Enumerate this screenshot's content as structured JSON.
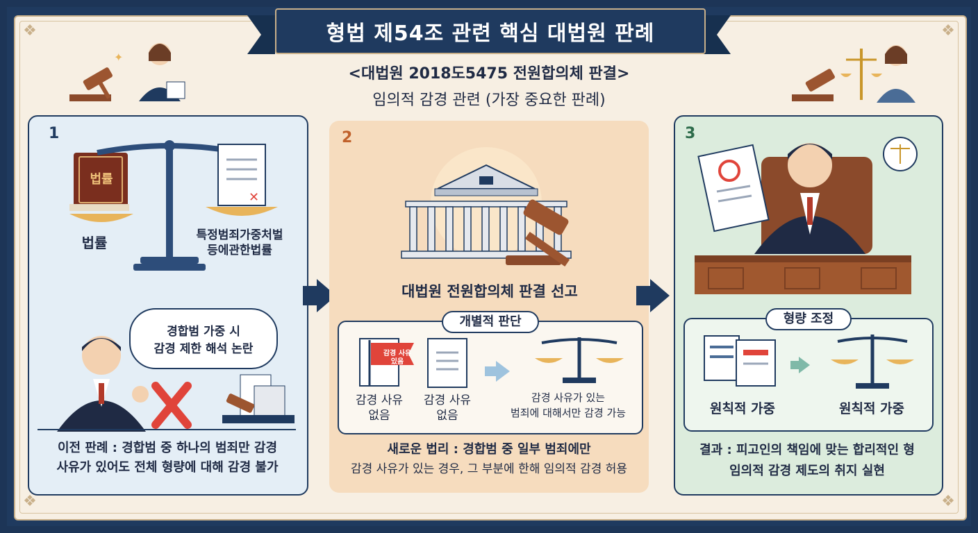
{
  "title": "형법 제54조 관련 핵심 대법원 판례",
  "subtitle": {
    "line1": "<대법원 2018도5475 전원합의체 판결>",
    "line2": "임의적 감경 관련 (가장 중요한 판례)"
  },
  "panel1": {
    "number": "1",
    "book_label": "법률",
    "left_label": "법률",
    "right_label_1": "특정범죄가중처벌",
    "right_label_2": "등에관한법률",
    "bubble_1": "경합범 가중 시",
    "bubble_2": "감경 제한 해석 논란",
    "bottom_1": "이전 판례 : 경합범 중 하나의 범죄만 감경",
    "bottom_2": "사유가 있어도 전체 형량에 대해 감경 불가"
  },
  "panel2": {
    "number": "2",
    "headline": "대법원 전원합의체 판결 선고",
    "pill": "개별적 판단",
    "flag_text_1": "감경 사유",
    "flag_text_2": "있음",
    "doc1_1": "감경 사유",
    "doc1_2": "없음",
    "doc2_1": "감경 사유",
    "doc2_2": "없음",
    "scale_1": "감경 사유가 있는",
    "scale_2": "범죄에 대해서만 감경 가능",
    "bottom_1": "새로운 법리 : 경합범 중 일부 범죄에만",
    "bottom_2": "감경 사유가 있는 경우, 그 부분에 한해 임의적 감경 허용"
  },
  "panel3": {
    "number": "3",
    "pill": "형량 조정",
    "left_label": "원칙적 가중",
    "right_label": "원칙적 가중",
    "bottom_1": "결과 : 피고인의 책임에 맞는 합리적인 형",
    "bottom_2": "임의적 감경 제도의 취지 실현"
  },
  "colors": {
    "navy": "#1f3a5f",
    "paper": "#f7efe3",
    "panel1": "#e4eef6",
    "panel2": "#f6dcbe",
    "panel3": "#dcecdd",
    "red": "#e0443a",
    "gold": "#e8b45a",
    "wood": "#8b4a2b"
  },
  "icons": [
    "gavel-icon",
    "scale-icon",
    "book-icon",
    "document-icon",
    "courthouse-icon",
    "judge-icon",
    "cross-mark-icon",
    "flag-icon",
    "arrow-right-icon",
    "emblem-icon"
  ]
}
